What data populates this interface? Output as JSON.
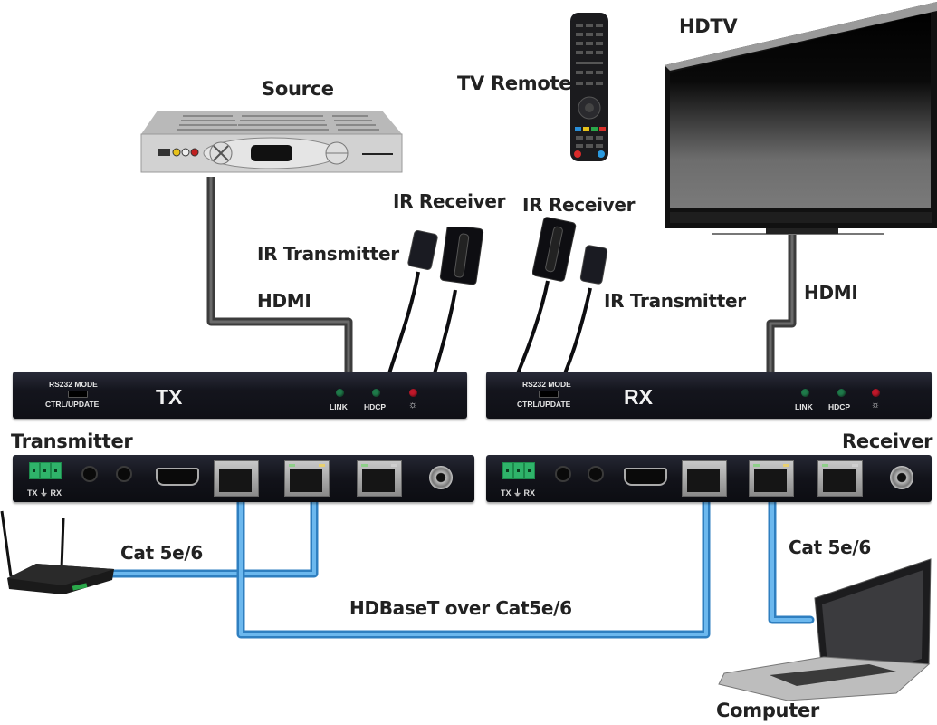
{
  "labels": {
    "source": "Source",
    "tv_remote": "TV Remote",
    "hdtv": "HDTV",
    "ir_receiver_tx_side": "IR Receiver",
    "ir_transmitter_tx_side": "IR Transmitter",
    "hdmi_tx_side": "HDMI",
    "ir_receiver_rx_side": "IR Receiver",
    "ir_transmitter_rx_side": "IR Transmitter",
    "hdmi_rx_side": "HDMI",
    "transmitter": "Transmitter",
    "receiver": "Receiver",
    "cat_router": "Cat 5e/6",
    "cat_computer": "Cat 5e/6",
    "hdbaset": "HDBaseT over Cat5e/6",
    "computer": "Computer"
  },
  "tx_front": {
    "rs232_mode": "RS232 MODE",
    "ctrl_update": "CTRL/UPDATE",
    "unit": "TX",
    "led_link": "LINK",
    "led_hdcp": "HDCP",
    "led_power_icon": "sun-icon"
  },
  "rx_front": {
    "rs232_mode": "RS232 MODE",
    "ctrl_update": "CTRL/UPDATE",
    "unit": "RX",
    "led_link": "LINK",
    "led_hdcp": "HDCP",
    "led_power_icon": "sun-icon"
  },
  "tx_rear": {
    "terminal_label": "TX ⏚ RX"
  },
  "rx_rear": {
    "terminal_label": "TX ⏚ RX"
  },
  "colors": {
    "cat_cable": "#4a9fdc",
    "hdmi_cable": "#3c3c3c",
    "led_green": "#1f7a4a",
    "led_red": "#c0182a",
    "panel": "#15161e"
  }
}
